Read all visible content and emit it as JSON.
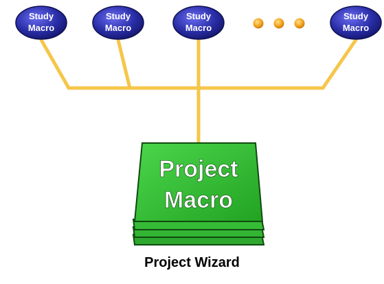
{
  "diagram": {
    "study_macros": [
      {
        "line1": "Study",
        "line2": "Macro"
      },
      {
        "line1": "Study",
        "line2": "Macro"
      },
      {
        "line1": "Study",
        "line2": "Macro"
      },
      {
        "line1": "Study",
        "line2": "Macro"
      }
    ],
    "ellipsis_dots": 3,
    "project_macro": {
      "line1": "Project",
      "line2": "Macro"
    },
    "caption": "Project Wizard"
  },
  "colors": {
    "study_macro_fill": "#2a2ea8",
    "study_macro_text": "#ffffff",
    "connector": "#f6c64a",
    "ellipsis_dot": "#f5a623",
    "project_fill": "#2fb52f",
    "project_edge": "#0f4a0f",
    "project_text": "#ffffff"
  }
}
